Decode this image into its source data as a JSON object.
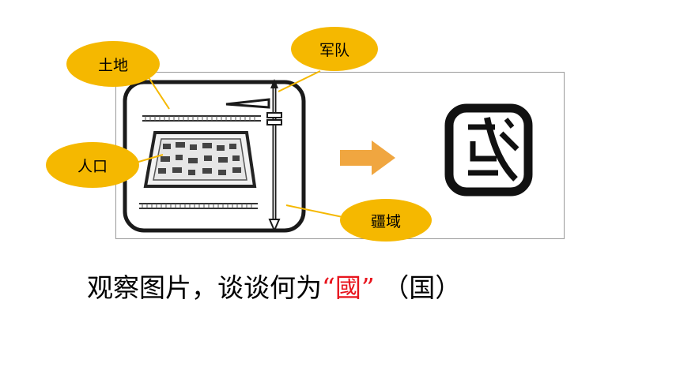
{
  "callouts": {
    "land": "土地",
    "army": "军队",
    "population": "人口",
    "territory": "疆域"
  },
  "caption": {
    "prefix": "观察图片，谈谈何为",
    "quote_open": "“",
    "highlight": "國",
    "quote_close": "”",
    "suffix": " （国）"
  },
  "colors": {
    "callout": "#f5b800",
    "arrow": "#f0a640",
    "highlight": "#e8141d"
  },
  "icons": {
    "arrow": "right-arrow-icon",
    "result": "ancient-guo-character-icon"
  }
}
